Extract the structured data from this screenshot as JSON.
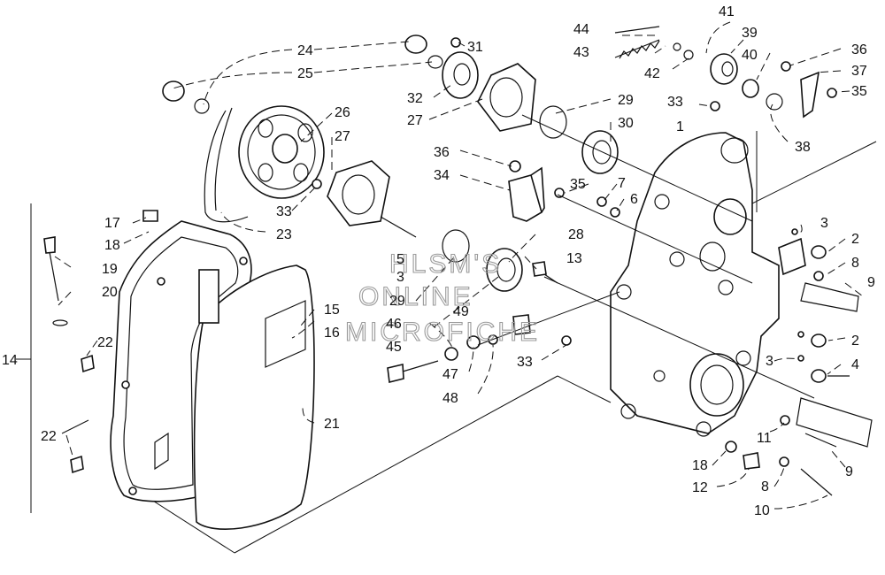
{
  "diagram": {
    "callouts": [
      "1",
      "2",
      "2",
      "3",
      "3",
      "3",
      "4",
      "5",
      "6",
      "7",
      "8",
      "8",
      "9",
      "9",
      "10",
      "11",
      "12",
      "13",
      "14",
      "15",
      "16",
      "17",
      "18",
      "18",
      "19",
      "20",
      "21",
      "22",
      "22",
      "23",
      "24",
      "25",
      "26",
      "27",
      "27",
      "28",
      "29",
      "29",
      "30",
      "31",
      "32",
      "33",
      "33",
      "33",
      "34",
      "35",
      "35",
      "36",
      "36",
      "37",
      "38",
      "39",
      "40",
      "41",
      "42",
      "43",
      "44",
      "45",
      "46",
      "47",
      "48",
      "49"
    ],
    "watermark": [
      "HLSM'S",
      "ONLINE",
      "MICROFICHE"
    ]
  }
}
